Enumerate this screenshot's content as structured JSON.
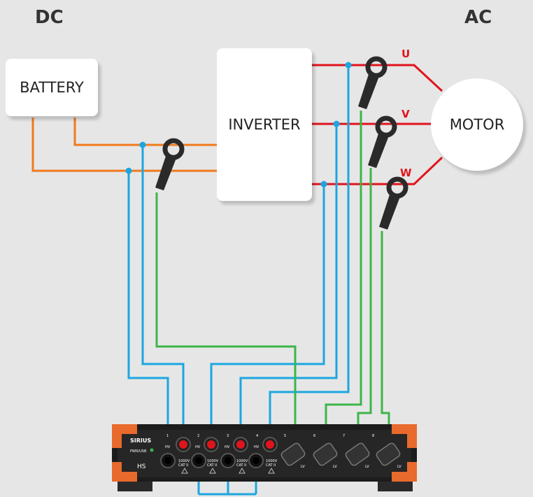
{
  "labels": {
    "dc": "DC",
    "ac": "AC",
    "battery": "BATTERY",
    "inverter": "INVERTER",
    "motor": "MOTOR",
    "phase_u": "U",
    "phase_v": "V",
    "phase_w": "W"
  },
  "device": {
    "brand": "SIRIUS",
    "pwr": "PWR/USB",
    "model": "HS",
    "channels": [
      "1",
      "2",
      "3",
      "4",
      "5",
      "6",
      "7",
      "8"
    ],
    "hv_label": "HV",
    "lv_label": "LV",
    "rating_line1": "1000V",
    "rating_line2": "CAT II"
  },
  "colors": {
    "dc_wire": "#f07a1e",
    "ac_wire": "#e0141c",
    "voltage_wire": "#1ca6e0",
    "current_wire": "#3db54a",
    "device_body": "#1c1c1c",
    "device_corner": "#e86a2c"
  }
}
